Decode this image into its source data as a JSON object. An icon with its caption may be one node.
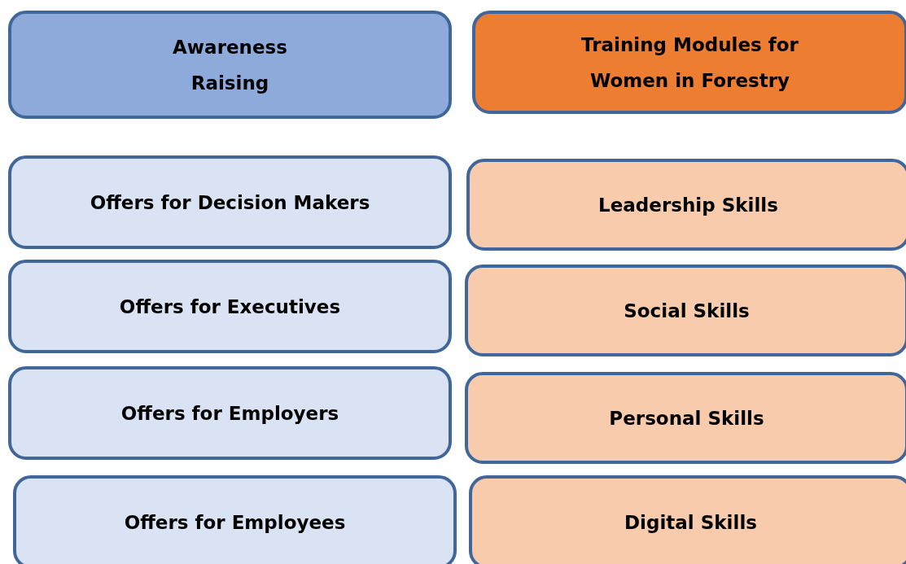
{
  "diagram": {
    "nodes": [
      {
        "text": [
          "Awareness Raising"
        ]
      },
      {
        "text": [
          "Training Modules for Women in Forestry"
        ]
      },
      {
        "text": [
          "Offers for Decision Makers"
        ]
      },
      {
        "text": [
          "Leadership Skills"
        ]
      },
      {
        "text": [
          "Offers for Executives"
        ]
      },
      {
        "text": [
          "Social Skills"
        ]
      },
      {
        "text": [
          "Offers for Employers"
        ]
      },
      {
        "text": [
          "Personal Skills"
        ]
      },
      {
        "text": [
          "Offers for Employees"
        ]
      },
      {
        "text": [
          "Digital Skills"
        ]
      }
    ]
  }
}
